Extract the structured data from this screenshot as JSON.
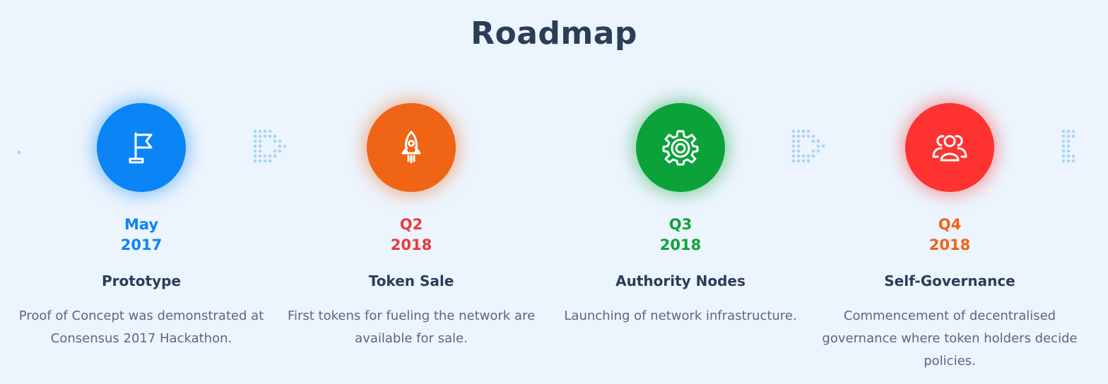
{
  "title": "Roadmap",
  "milestones": [
    {
      "period": "May",
      "year": "2017",
      "name": "Prototype",
      "description": "Proof of Concept was demonstrated at Consensus 2017 Hackathon.",
      "icon": "flag-icon",
      "color": "#0b84f5",
      "date_color": "#0b84f5"
    },
    {
      "period": "Q2",
      "year": "2018",
      "name": "Token Sale",
      "description": "First tokens for fueling the network are available for sale.",
      "icon": "rocket-icon",
      "color": "#ef6415",
      "date_color": "#ea3a3a"
    },
    {
      "period": "Q3",
      "year": "2018",
      "name": "Authority Nodes",
      "description": "Launching of network infrastructure.",
      "icon": "gear-icon",
      "color": "#0ba339",
      "date_color": "#0ba339"
    },
    {
      "period": "Q4",
      "year": "2018",
      "name": "Self-Governance",
      "description": "Commencement of decentralised governance where token holders decide policies.",
      "icon": "users-icon",
      "color": "#ff3232",
      "date_color": "#ef6415"
    }
  ],
  "arrow_color": "#a9d5f3"
}
